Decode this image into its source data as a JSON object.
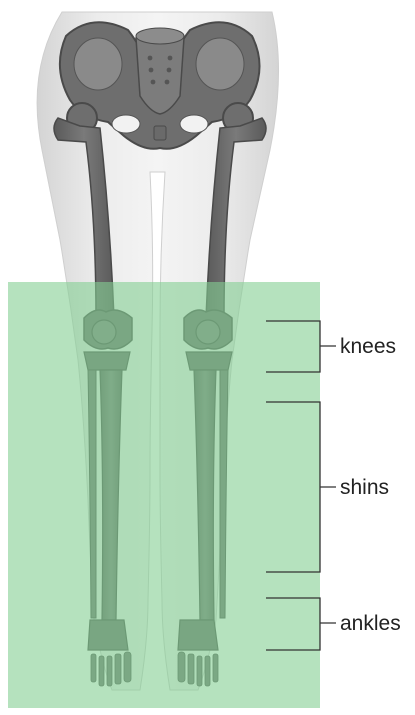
{
  "diagram": {
    "regions": [
      {
        "id": "knees",
        "label": "knees"
      },
      {
        "id": "shins",
        "label": "shins"
      },
      {
        "id": "ankles",
        "label": "ankles"
      }
    ]
  },
  "colors": {
    "highlight": "#84cf92",
    "bone": "#6b6b6b",
    "body_silhouette": "#e6e6e6",
    "bracket": "#333333"
  }
}
